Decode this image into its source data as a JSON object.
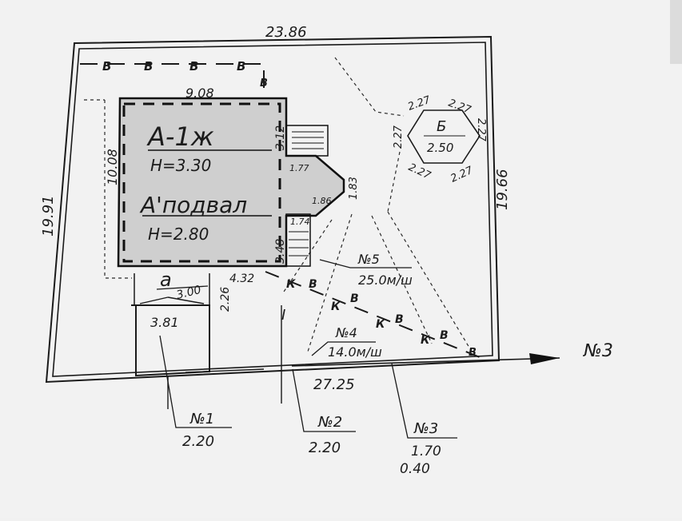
{
  "dimensions": {
    "top": "23.86",
    "left": "19.91",
    "right": "19.66",
    "bottom": "27.25",
    "house_top": "9.08",
    "house_left": "10.08",
    "house_side": "3.12",
    "house_lower_side": "3.48",
    "step_upper": "1.77",
    "step_lower": "1.74",
    "bay_a": "1.86",
    "bay_b": "1.83",
    "annex_top": "3.00",
    "annex_gap": "4.32",
    "annex_width": "3.81",
    "annex_side": "2.26"
  },
  "building": {
    "label1": "А-1ж",
    "height1": "Н=3.30",
    "label2": "А'подвал",
    "height2": "Н=2.80"
  },
  "annex_label": "а",
  "gate_label": "I",
  "pavilion": {
    "letter": "Б",
    "value": "2.50",
    "side_tl": "2.27",
    "side_tr": "2.27",
    "side_l": "2.27",
    "side_r": "2.27",
    "side_bl": "2.27",
    "side_br": "2.27"
  },
  "utility_lines": {
    "top_marks": [
      "В",
      "В",
      "В",
      "В",
      "В"
    ],
    "diag_k": [
      "К",
      "К",
      "К",
      "К"
    ],
    "diag_b": [
      "В",
      "В",
      "В",
      "В",
      "В"
    ]
  },
  "callouts": {
    "n5": {
      "num": "№5",
      "value": "25.0м/ш"
    },
    "n4": {
      "num": "№4",
      "value": "14.0м/ш"
    },
    "n1": {
      "num": "№1",
      "value": "2.20"
    },
    "n2": {
      "num": "№2",
      "value": "2.20"
    },
    "n3": {
      "num": "№3",
      "value1": "1.70",
      "value2": "0.40"
    }
  },
  "arrow": {
    "label": "№3"
  }
}
